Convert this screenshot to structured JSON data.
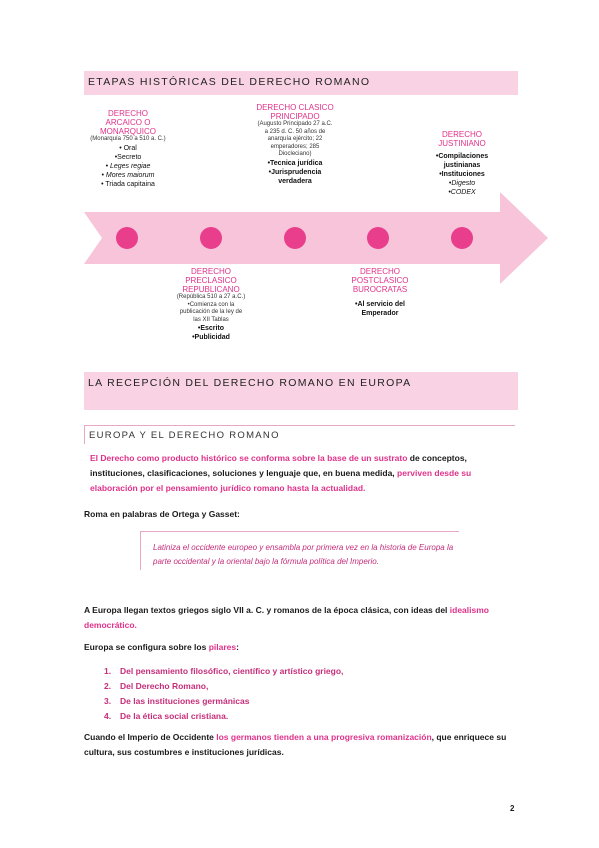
{
  "band1": {
    "title": "ETAPAS HISTÓRICAS DEL DERECHO ROMANO"
  },
  "band2": {
    "title": "LA RECEPCIÓN DEL DERECHO ROMANO EN EUROPA"
  },
  "stages": [
    {
      "title": "DERECHO ARCAICO O MONARQUICO",
      "sub": "(Monarquía 750 a 510 a. C.)",
      "items": [
        "• Oral",
        "•Secreto",
        "• Leges regiae",
        "• Mores maiorum",
        "• Triada capitaina"
      ]
    },
    {
      "title": "DERECHO PRECLASICO REPUBLICANO",
      "sub": "(República 510 a 27 a.C.)",
      "items": [
        "•Comienza con la publicación de la ley de las XII Tablas",
        "•Escrito",
        "•Publicidad"
      ]
    },
    {
      "title": "DERECHO CLASICO PRINCIPADO",
      "sub": "(Augusto Principado 27 a.C. a 235 d. C. 50 años de anarquía ejército; 22 emperadores; 285 Diocleciano)",
      "items": [
        "•Tecnica jurídica",
        "•Jurisprudencia verdadera"
      ]
    },
    {
      "title": "DERECHO POSTCLASICO BUROCRATAS",
      "sub": "",
      "items": [
        "•Al servicio del Emperador"
      ]
    },
    {
      "title": "DERECHO JUSTINIANO",
      "sub": "",
      "items": [
        "•Compilaciones justinianas",
        "•Instituciones",
        "•Digesto",
        "•CODEX"
      ]
    }
  ],
  "section": {
    "title": "EUROPA Y EL DERECHO ROMANO"
  },
  "p1": {
    "a": "El Derecho como producto histórico se conforma sobre la base de un sustrato",
    "b": " de conceptos, instituciones, clasificaciones, soluciones y lenguaje que, en buena medida, ",
    "c": "perviven desde su elaboración por el pensamiento jurídico romano hasta la actualidad."
  },
  "p2": "Roma en palabras de Ortega y Gasset:",
  "quote": "Latiniza el occidente europeo y ensambla por primera vez en la historia de Europa la parte occidental y la oriental bajo la fórmula política del Imperio.",
  "p3": {
    "a": "A Europa llegan textos griegos siglo VII a. C. y romanos de la época clásica, con ideas del ",
    "b": "idealismo democrático."
  },
  "p4": {
    "a": "Europa se configura sobre los ",
    "b": "pilares",
    "c": ":"
  },
  "pillars": [
    {
      "n": "1.",
      "text": "Del pensamiento filosófico, científico y artístico griego,"
    },
    {
      "n": "2.",
      "text": "Del Derecho Romano,"
    },
    {
      "n": "3.",
      "text": "De las instituciones germánicas"
    },
    {
      "n": "4.",
      "text": "De la ética social cristiana."
    }
  ],
  "p5": {
    "a": "Cuando el Imperio de Occidente ",
    "b": "los germanos tienden a una progresiva romanización",
    "c": ", que enriquece su cultura, sus costumbres e instituciones jurídicas."
  },
  "page_number": "2",
  "colors": {
    "accent": "#e0318a",
    "band": "#f9d3e3",
    "arrow": "#f7c4da",
    "dot": "#e83e8c"
  }
}
